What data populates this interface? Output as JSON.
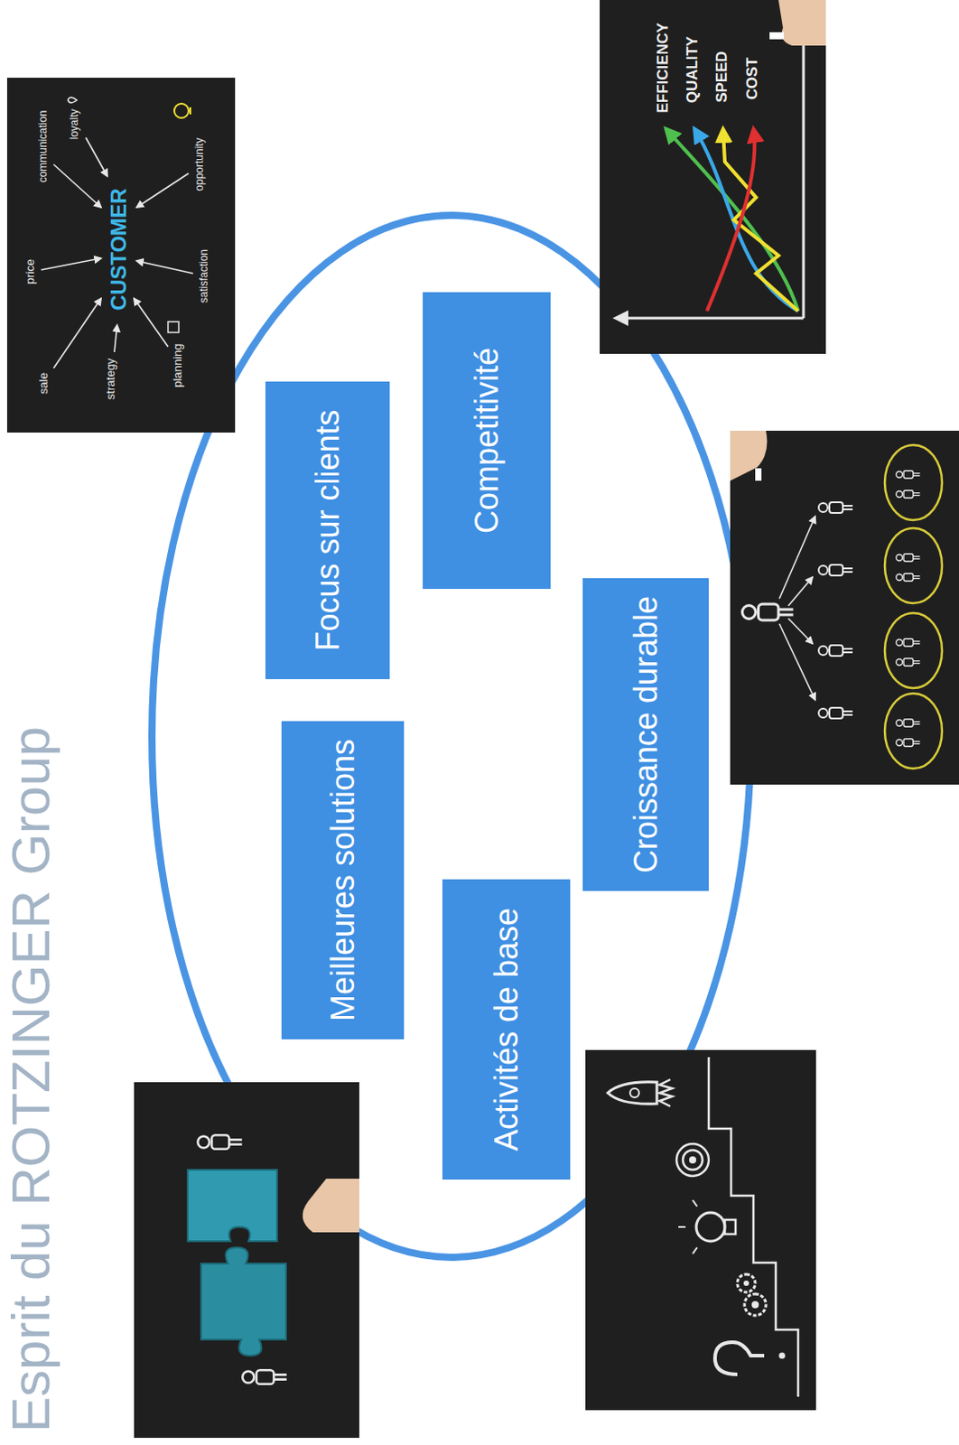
{
  "diagram": {
    "title": "Esprit du ROTZINGER Group",
    "nodes": [
      {
        "text": [
          "Meilleures solutions"
        ]
      },
      {
        "text": [
          "Focus sur clients"
        ]
      },
      {
        "text": [
          "Activités de base"
        ]
      },
      {
        "text": [
          "Competitivité"
        ]
      },
      {
        "text": [
          "Croissance durable"
        ]
      }
    ],
    "labels": [
      "price",
      "sale",
      "communication",
      "loyalty",
      "CUSTOMER",
      "strategy",
      "planning",
      "satisfaction",
      "opportunity",
      "EFFICIENCY",
      "QUALITY",
      "SPEED",
      "COST"
    ]
  }
}
